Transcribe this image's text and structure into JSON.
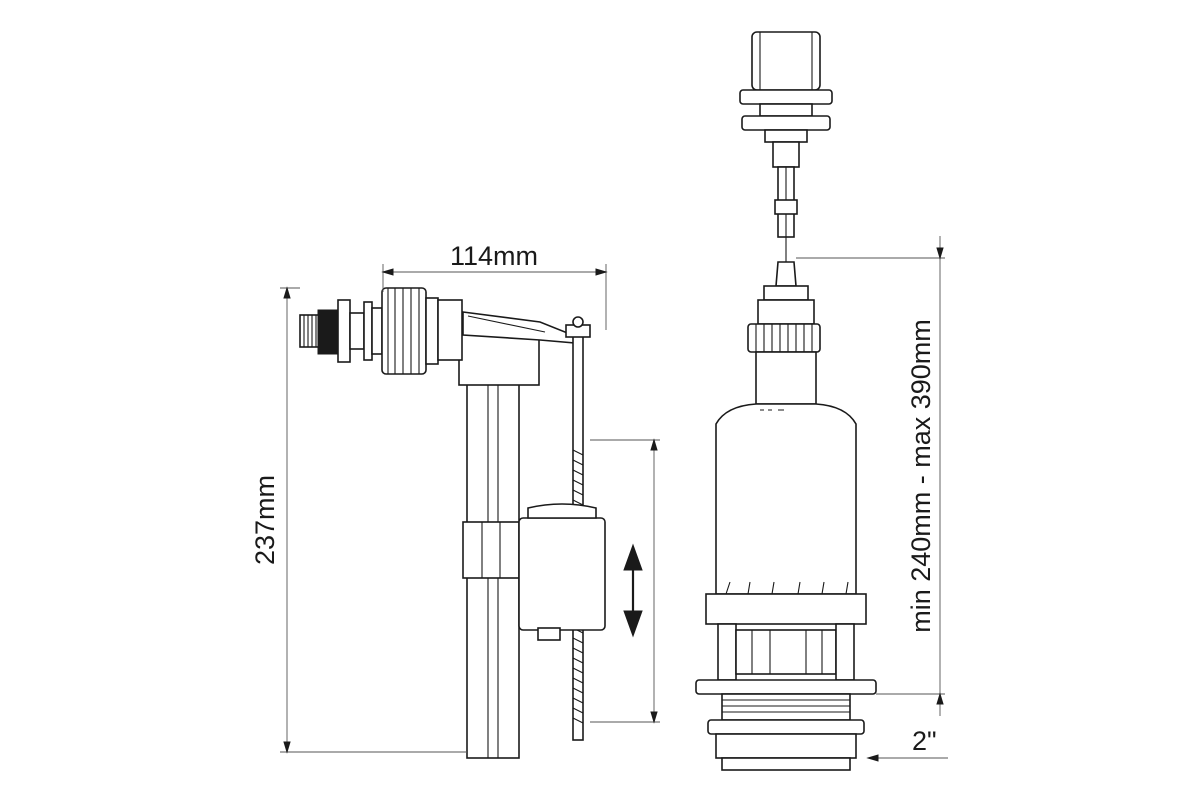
{
  "diagram": {
    "dimensions": {
      "width": "114mm",
      "height": "237mm",
      "adjustable_height": "min 240mm - max 390mm",
      "thread": "2\""
    },
    "colors": {
      "line": "#1a1a1a",
      "dimension_line": "#555555",
      "background": "#ffffff"
    }
  }
}
